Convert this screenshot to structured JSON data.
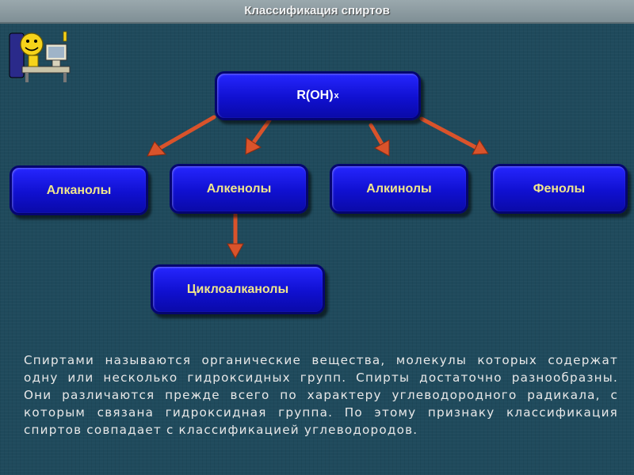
{
  "title": "Классификация спиртов",
  "diagram": {
    "root": {
      "label": "R(OH)",
      "subscript": "x"
    },
    "children": [
      "Алканолы",
      "Алкенолы",
      "Алкинолы",
      "Фенолы"
    ],
    "sub_child": "Циклоалканолы"
  },
  "description": "Спиртами называются органические вещества, молекулы которых содержат одну или несколько гидроксидных групп. Спирты достаточно разнообразны. Они различаются прежде всего по характеру углеводородного радикала, с которым связана гидроксидная группа. По этому признаку классификация спиртов совпадает с классификацией углеводородов.",
  "colors": {
    "background": "#1f4a5c",
    "node_fill": "#1515e0",
    "node_text": "#f0e68c",
    "arrow": "#d9532b"
  },
  "icons": [
    "smiley-computer-icon"
  ]
}
